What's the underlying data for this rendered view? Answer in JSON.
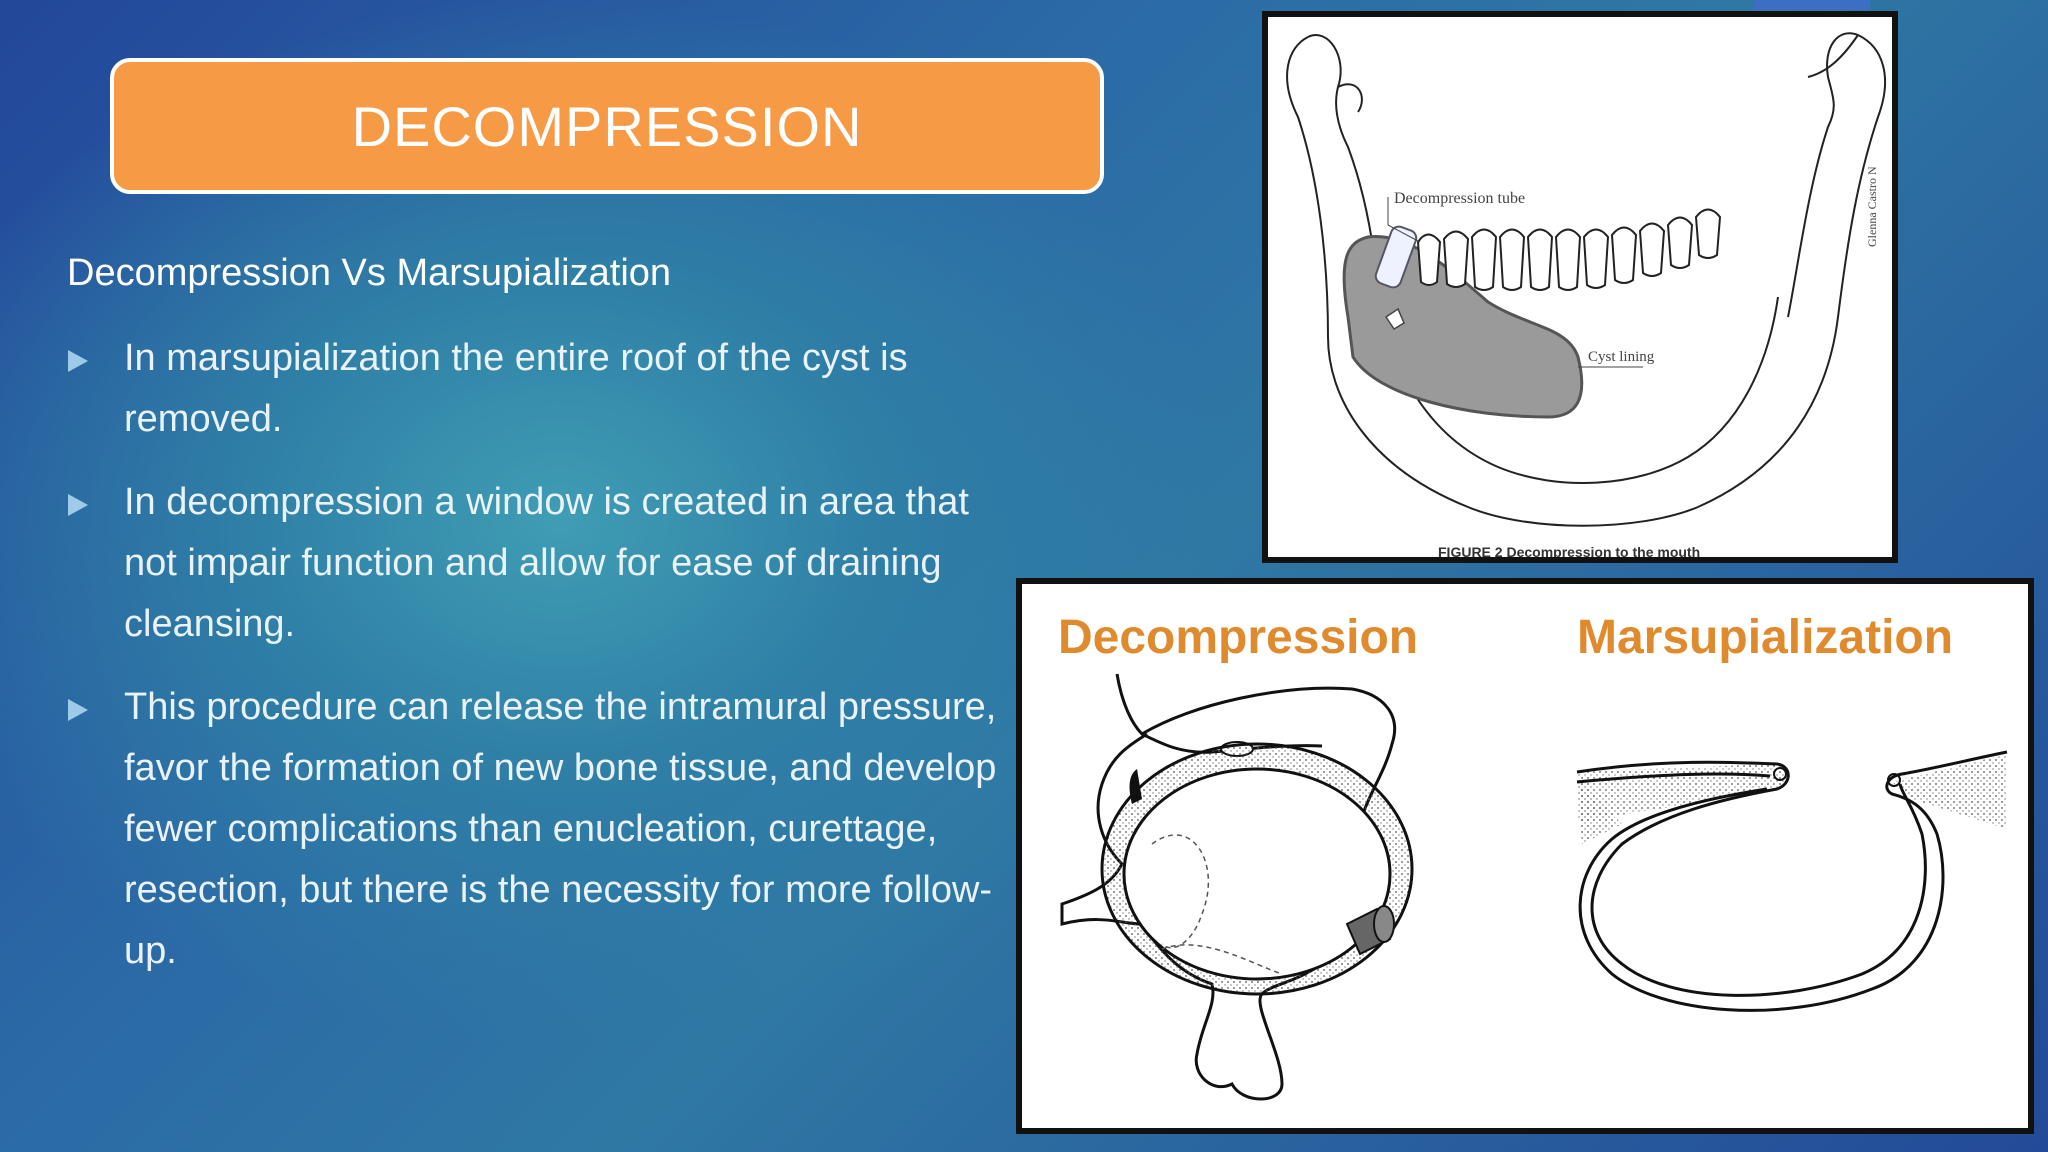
{
  "slide": {
    "title": "DECOMPRESSION",
    "subtitle": "Decompression Vs Marsupialization",
    "bullets": [
      "In marsupialization the entire roof of the cyst is removed.",
      "In decompression a window is created in area that not impair function and allow for ease of draining cleansing.",
      "This procedure can release the intramural pressure, favor the formation of new bone tissue, and develop fewer complications than enucleation, curettage, resection, but there is the necessity for more follow-up."
    ]
  },
  "figure_mandible": {
    "label_tube": "Decompression tube",
    "label_lining": "Cyst lining",
    "credit": "Glenna Castro N",
    "caption": "FIGURE 2  Decompression to the mouth"
  },
  "figure_comparison": {
    "left_label": "Decompression",
    "right_label": "Marsupialization"
  },
  "colors": {
    "title_bg": "#f79a45",
    "label_orange": "#e08a2e",
    "bullet_arrow": "#9ecbe8"
  }
}
